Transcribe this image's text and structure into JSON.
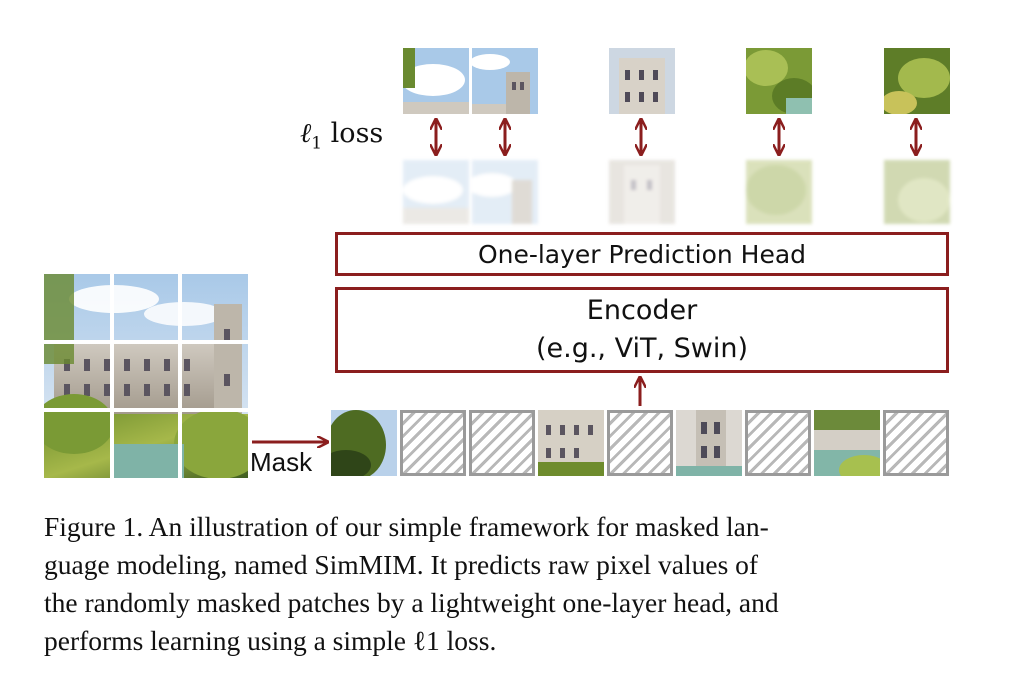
{
  "loss_label": {
    "symbol": "ℓ",
    "subscript": "1",
    "text": "loss"
  },
  "head_label": "One-layer Prediction Head",
  "encoder": {
    "line1": "Encoder",
    "line2": "(e.g., ViT, Swin)"
  },
  "mask_label": "Mask",
  "input_sequence": [
    "visible",
    "masked",
    "masked",
    "visible",
    "masked",
    "visible",
    "masked",
    "visible",
    "masked"
  ],
  "caption": {
    "lines": [
      "Figure 1.  An illustration of our simple framework for masked lan-",
      "guage modeling, named SimMIM. It predicts raw pixel values of",
      "the randomly masked patches by a lightweight one-layer head, and",
      "performs learning using a simple ℓ1 loss."
    ]
  },
  "colors": {
    "accent": "#8b1e1e",
    "hatch": "#9a9a9a"
  }
}
